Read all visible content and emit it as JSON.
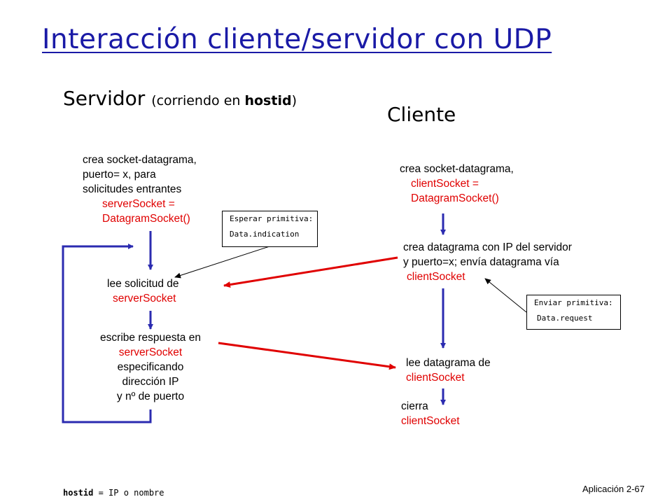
{
  "title": "Interacción cliente/servidor con UDP",
  "server": {
    "heading": "Servidor",
    "heading_note_prefix": "(corriendo en ",
    "heading_note_host": "hostid",
    "heading_note_suffix": ")",
    "step1": {
      "line1": "crea socket-datagrama,",
      "line2": "puerto= x, para",
      "line3": "solicitudes entrantes",
      "code1": "serverSocket =",
      "code2": "DatagramSocket()"
    },
    "step2": {
      "line1": "lee solicitud de",
      "code1": "serverSocket"
    },
    "step3": {
      "line1": "escribe respuesta en",
      "code1": "serverSocket",
      "line2": "especificando",
      "line3": "dirección IP",
      "line4": "y nº de puerto"
    }
  },
  "client": {
    "heading": "Cliente",
    "step1": {
      "line1": "crea socket-datagrama,",
      "code1": "clientSocket =",
      "code2": "DatagramSocket()"
    },
    "step2": {
      "line1": "crea datagrama con IP del servidor",
      "line2": "y puerto=x; envía datagrama vía",
      "code1": "clientSocket"
    },
    "step3": {
      "line1": "lee datagrama de",
      "code1": "clientSocket"
    },
    "step4": {
      "line1": "cierra",
      "code1": "clientSocket"
    }
  },
  "notes": {
    "wait": {
      "line1": "Esperar primitiva:",
      "line2": "Data.indication"
    },
    "send": {
      "line1": "Enviar primitiva:",
      "line2": "Data.request"
    }
  },
  "footer": {
    "hostid_label": "hostid",
    "hostid_text": " = IP o nombre",
    "slide_label": "Aplicación  2-67"
  },
  "colors": {
    "title": "#1a1aa6",
    "flow_arrow": "#2b2bb0",
    "message_arrow": "#e00000",
    "code_text": "#e00000"
  }
}
